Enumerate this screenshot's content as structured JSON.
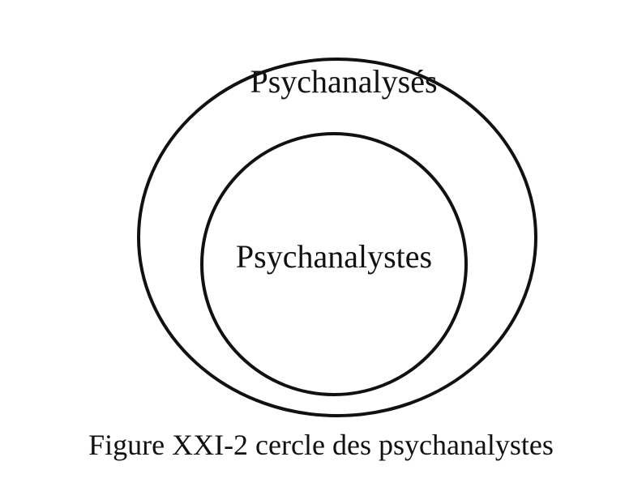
{
  "diagram": {
    "outer_label": "Psychanalysés",
    "inner_label": "Psychanalystes"
  },
  "caption": "Figure XXI-2 cercle des psychanalystes",
  "colors": {
    "stroke": "#111111",
    "background": "#ffffff"
  }
}
